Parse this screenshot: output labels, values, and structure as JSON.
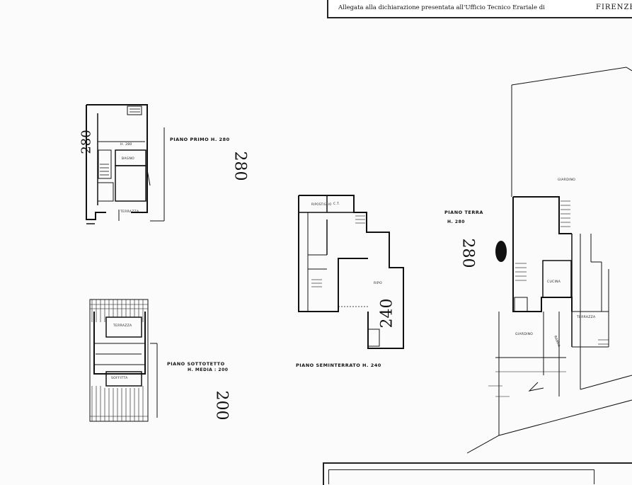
{
  "header": {
    "text": "Allegata alla dichiarazione presentata all'Ufficio Tecnico Erariale di",
    "city": "FIRENZE"
  },
  "plans": {
    "primo": {
      "title": "PIANO PRIMO  H. 280",
      "hand_value": "280",
      "rooms": {
        "hall": "H. 280",
        "bagno": "BAGNO",
        "terrazza": "TERRAZZA"
      }
    },
    "sottotetto": {
      "title_line1": "PIANO  SOTTOTETTO",
      "title_line2": "H. MEDIA : 200",
      "hand_value": "200 ",
      "rooms": {
        "terrazza": "TERRAZZA",
        "soffitta": "SOFFITTA"
      }
    },
    "seminterrato": {
      "title": "PIANO SEMINTERRATO  H. 240",
      "hand_value": "240",
      "rooms": {
        "ripo": "RIPO",
        "ct": "C.T.",
        "ripostiglio": "RIPOSTIGLIO"
      }
    },
    "terra": {
      "title_line1": "PIANO TERRA",
      "title_line2": "H. 280",
      "hand_value": "280",
      "rooms": {
        "giardino_top": "GIARDINO",
        "cucina": "CUCINA",
        "terrazza": "TERRAZZA",
        "giardino_bottom": "GIARDINO",
        "rampa": "RAMPA"
      }
    }
  }
}
